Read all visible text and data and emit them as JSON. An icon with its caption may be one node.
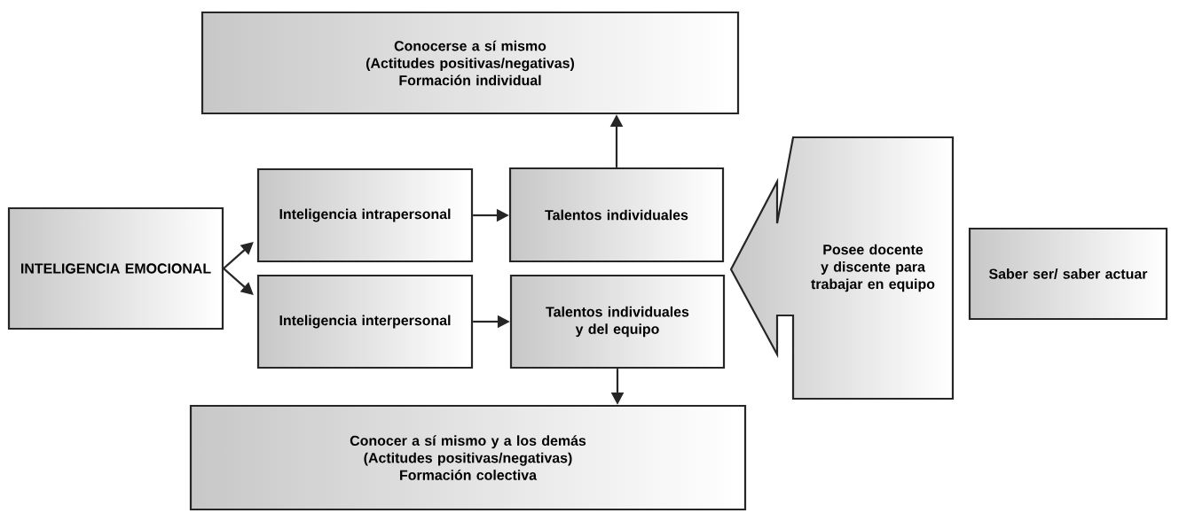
{
  "diagram": {
    "nodes": [
      {
        "text": [
          "Conocerse a sí mismo",
          "(Actitudes positivas/negativas)",
          "Formación individual"
        ]
      },
      {
        "text": [
          "INTELIGENCIA EMOCIONAL"
        ]
      },
      {
        "text": [
          "Inteligencia intrapersonal"
        ]
      },
      {
        "text": [
          "Talentos individuales"
        ]
      },
      {
        "text": [
          "Posee docente y discente para trabajar en equipo"
        ]
      },
      {
        "text": [
          "Saber ser/ saber actuar"
        ]
      },
      {
        "text": [
          "Inteligencia interpersonal"
        ]
      },
      {
        "text": [
          "Talentos individuales y del equipo"
        ]
      },
      {
        "text": [
          "Conocer a sí mismo y a los demás",
          "(Actitudes positivas/negativas)",
          "Formación colectiva"
        ]
      }
    ],
    "edges": [
      {
        "from": 1,
        "to": 2,
        "arrow": "to"
      },
      {
        "from": 1,
        "to": 6,
        "arrow": "to"
      },
      {
        "from": 2,
        "to": 3,
        "arrow": "to"
      },
      {
        "from": 6,
        "to": 7,
        "arrow": "to"
      },
      {
        "from": 3,
        "to": 0,
        "arrow": "to"
      },
      {
        "from": 7,
        "to": 8,
        "arrow": "to"
      }
    ]
  }
}
